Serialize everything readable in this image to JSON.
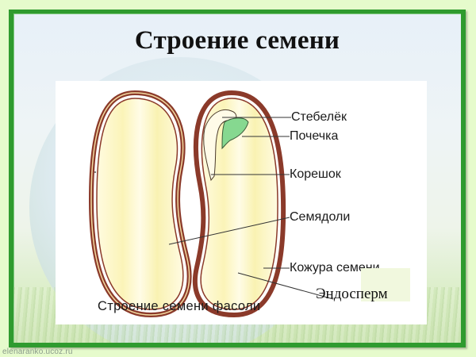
{
  "slide": {
    "title": "Строение семени",
    "watermark": "elenaranko.ucoz.ru",
    "colors": {
      "background": "#e6fbcc",
      "frame_border": "#2f9b2f",
      "seed_coat": "#8b3a2a",
      "cotyledon_fill": "#fdf8c8",
      "bud": "#7fd08a"
    }
  },
  "diagram": {
    "caption": "Строение семени фасоли",
    "labels": [
      {
        "id": "stem",
        "text": "Стебелёк"
      },
      {
        "id": "bud",
        "text": "Почечка"
      },
      {
        "id": "root",
        "text": "Корешок"
      },
      {
        "id": "cotyledons",
        "text": "Семядоли"
      },
      {
        "id": "seed-coat",
        "text": "Кожура семени"
      },
      {
        "id": "endosperm",
        "text": "Эндосперм"
      }
    ]
  }
}
